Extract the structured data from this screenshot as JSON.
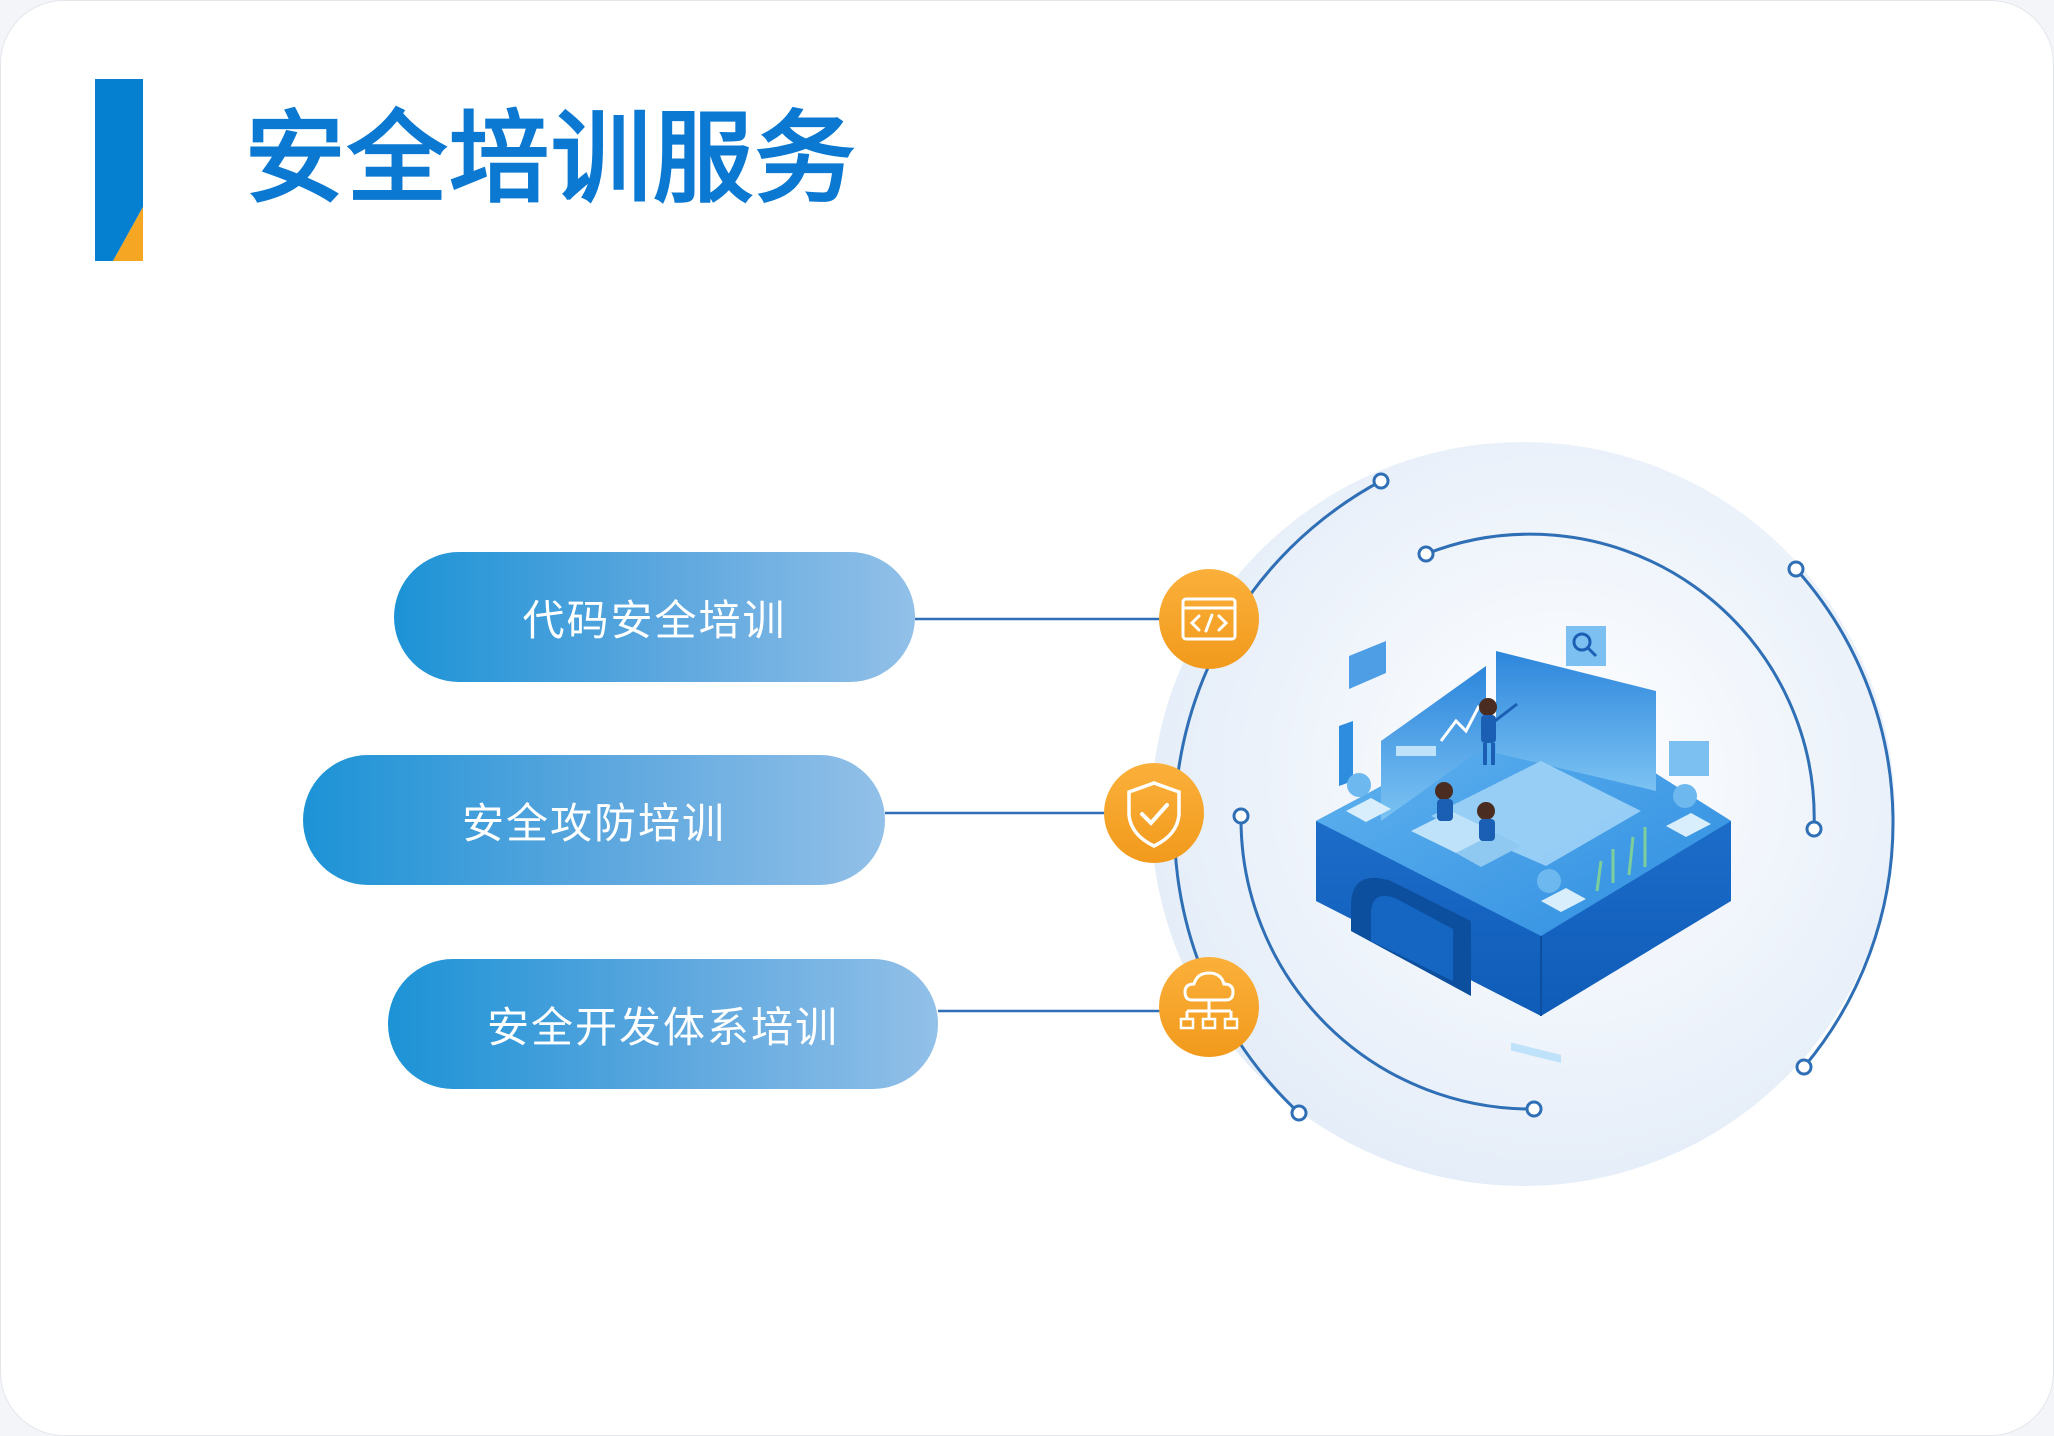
{
  "header": {
    "title": "安全培训服务"
  },
  "services": [
    {
      "label": "代码安全培训",
      "icon": "code-window-icon"
    },
    {
      "label": "安全攻防培训",
      "icon": "shield-check-icon"
    },
    {
      "label": "安全开发体系培训",
      "icon": "cloud-network-icon"
    }
  ],
  "colors": {
    "primary": "#0b78d1",
    "accent_orange": "#f5a623",
    "line": "#2f6fb6"
  }
}
